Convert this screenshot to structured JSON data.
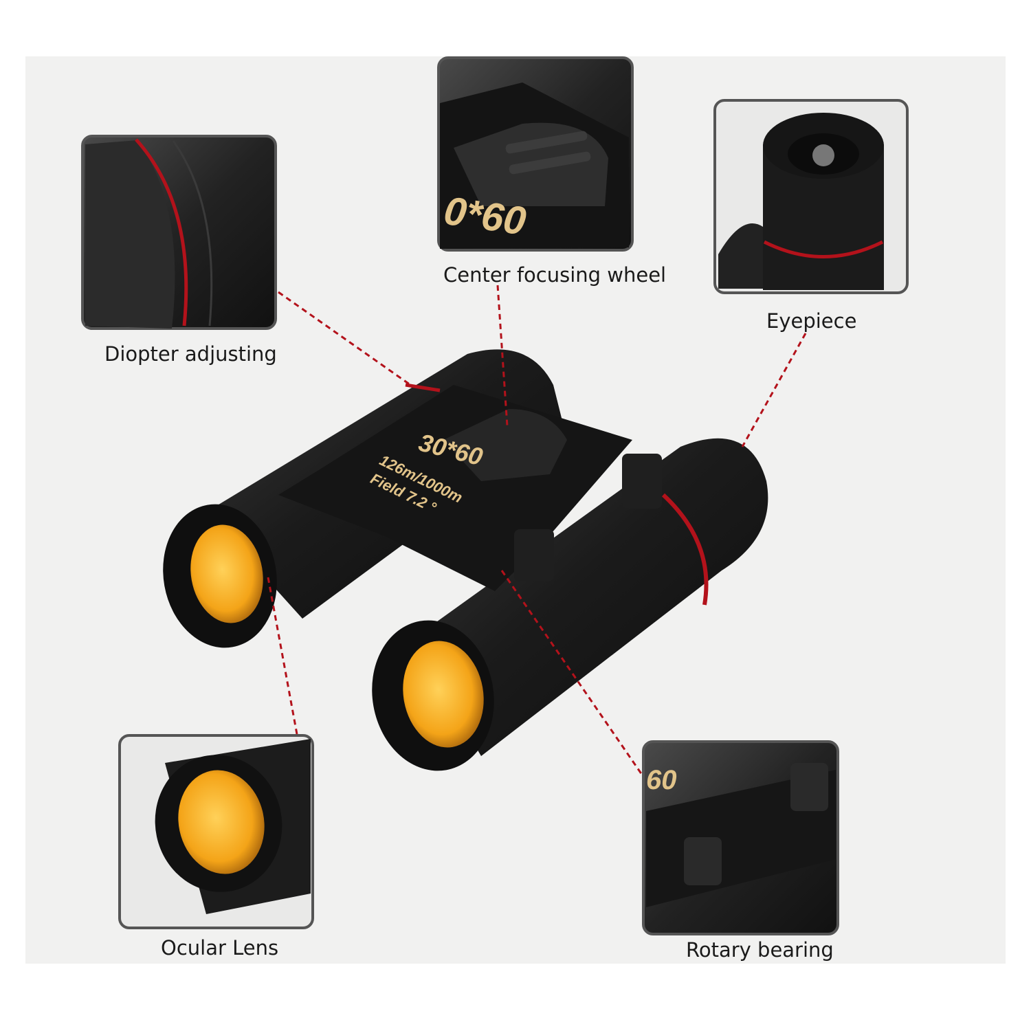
{
  "colors": {
    "background": "#f1f1f0",
    "body": "#1c1c1c",
    "accent_ring": "#b3121b",
    "lens": "#f4a418",
    "engraving": "#e2c48a",
    "leader": "#b3121b",
    "frame": "#5b5b5b"
  },
  "callouts": {
    "diopter": "Diopter adjusting",
    "focus_wheel": "Center focusing wheel",
    "eyepiece": "Eyepiece",
    "ocular": "Ocular Lens",
    "rotary": "Rotary bearing"
  },
  "engraving": {
    "model": "30*60",
    "spec_line1": "126m/1000m",
    "spec_line2": "Field 7.2 °",
    "inset_model": "0*60",
    "inset_rotary": "60"
  }
}
